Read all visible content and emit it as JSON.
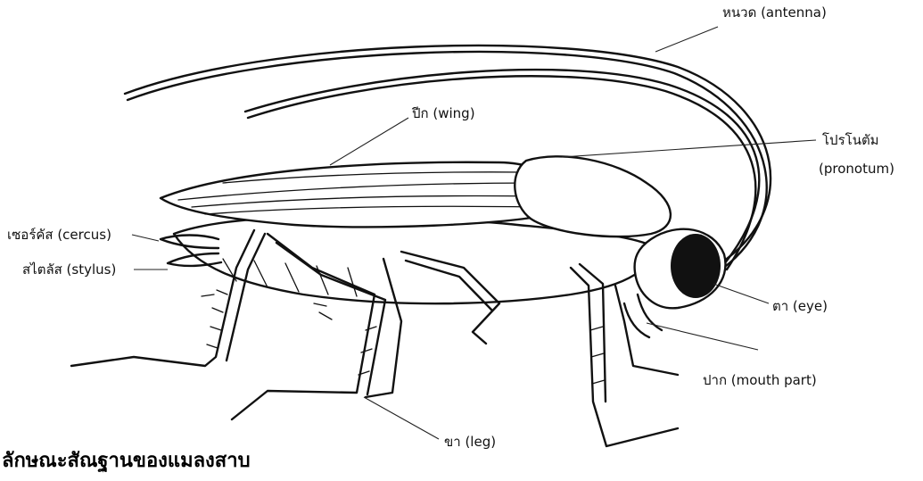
{
  "labels": {
    "antenna": "หนวด (antenna)",
    "wing": "ปีก (wing)",
    "pronotum_th": "โปรโนตัม",
    "pronotum_en": "(pronotum)",
    "cercus": "เซอร์คัส (cercus)",
    "stylus": "สไตลัส (stylus)",
    "eye": "ตา (eye)",
    "mouth": "ปาก (mouth part)",
    "leg": "ขา (leg)"
  },
  "title": "ลักษณะสัณฐานของแมลงสาบ",
  "colors": {
    "ink": "#111111",
    "background": "#ffffff"
  }
}
